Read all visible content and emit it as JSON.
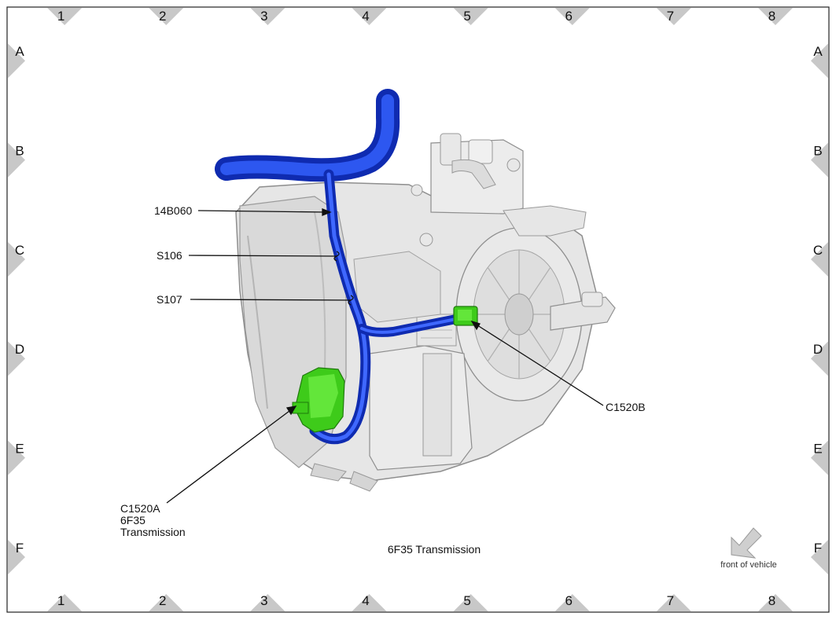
{
  "grid": {
    "columns": [
      "1",
      "2",
      "3",
      "4",
      "5",
      "6",
      "7",
      "8"
    ],
    "rows": [
      "A",
      "B",
      "C",
      "D",
      "E",
      "F"
    ]
  },
  "callouts": {
    "harness": "14B060",
    "splice1": "S106",
    "splice2": "S107",
    "connector_b": "C1520B",
    "connector_a": [
      "C1520A",
      "6F35",
      "Transmission"
    ]
  },
  "caption": "6F35 Transmission",
  "orientation_label": "front of vehicle",
  "colors": {
    "harness": "#1c3fd6",
    "harness_highlight": "#3f68ff",
    "connector": "#4fdc2a",
    "transmission": "#e3e3e3",
    "transmission_edge": "#9a9a9a",
    "frame_marker": "#c8c8c8"
  }
}
